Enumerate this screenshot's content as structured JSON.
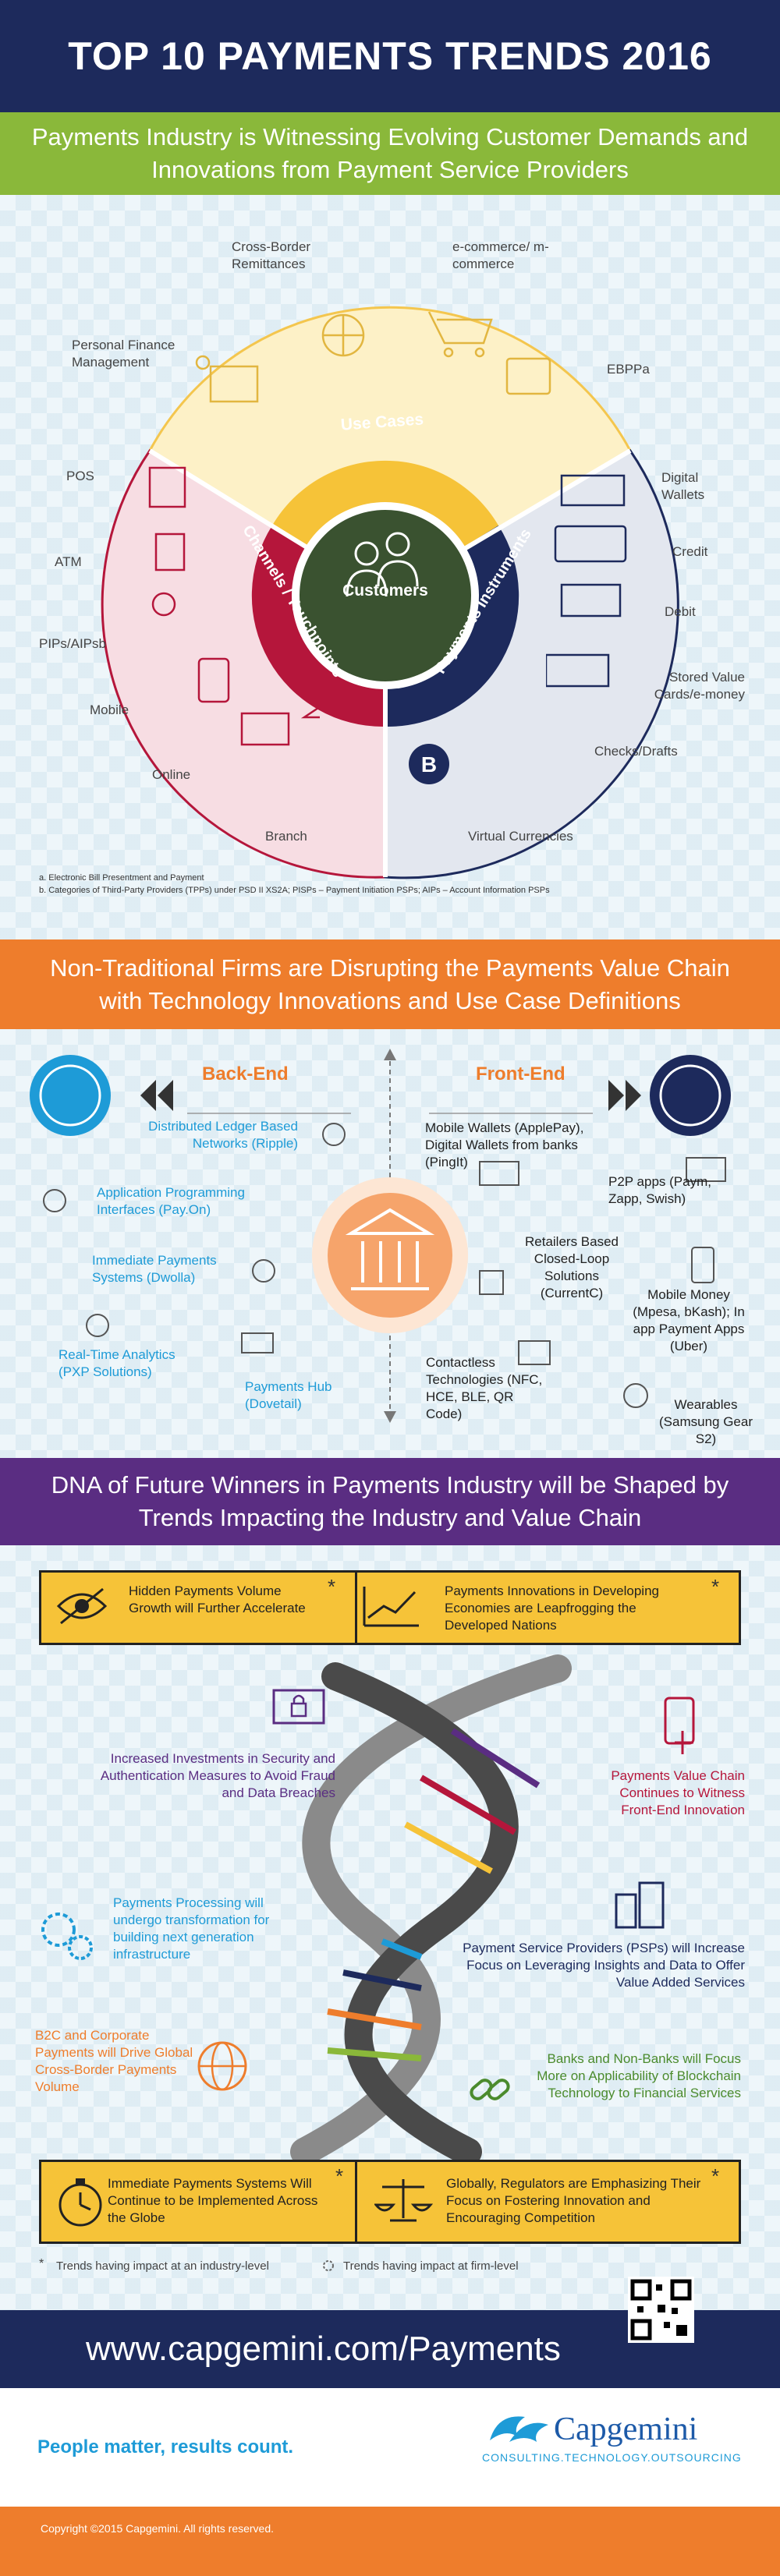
{
  "header": {
    "title": "TOP 10 PAYMENTS TRENDS 2016"
  },
  "section1": {
    "band": "Payments Industry is Witnessing Evolving Customer Demands and Innovations from Payment Service Providers",
    "center": "Customers",
    "ring_labels": {
      "use_cases": "Use Cases",
      "channels": "Channels / Touchpoints",
      "instruments": "Payments Instruments"
    },
    "use_cases": [
      "Cross-Border Remittances",
      "e-commerce/ m-commerce",
      "Personal Finance Management",
      "EBPPa"
    ],
    "channels": [
      "POS",
      "ATM",
      "PIPs/AIPsb",
      "Mobile",
      "Online",
      "Branch"
    ],
    "instruments": [
      "Digital Wallets",
      "Credit",
      "Debit",
      "Stored Value Cards/e-money",
      "Checks/Drafts",
      "Virtual Currencies"
    ],
    "footnotes": [
      "a.   Electronic Bill Presentment and Payment",
      "b.   Categories of Third-Party Providers (TPPs) under PSD II XS2A; PISPs – Payment Initiation PSPs; AIPs – Account Information PSPs"
    ]
  },
  "section2": {
    "band": "Non-Traditional Firms are Disrupting the Payments Value Chain with Technology Innovations and Use Case Definitions",
    "backend_heading": "Back-End",
    "frontend_heading": "Front-End",
    "backend": [
      "Distributed Ledger Based Networks (Ripple)",
      "Application Programming Interfaces (Pay.On)",
      "Immediate Payments Systems (Dwolla)",
      "Real-Time Analytics (PXP Solutions)",
      "Payments Hub (Dovetail)"
    ],
    "frontend": [
      "Mobile Wallets (ApplePay), Digital Wallets from banks (PingIt)",
      "P2P apps (Paym, Zapp, Swish)",
      "Retailers Based Closed-Loop Solutions (CurrentC)",
      "Mobile Money (Mpesa, bKash); In app Payment Apps (Uber)",
      "Contactless Technologies (NFC, HCE, BLE, QR Code)",
      "Wearables (Samsung Gear S2)"
    ]
  },
  "section3": {
    "band": "DNA of Future Winners in Payments Industry will be Shaped by Trends Impacting the Industry and Value Chain",
    "top_boxes": [
      "Hidden Payments Volume Growth will Further Accelerate",
      "Payments Innovations in Developing Economies are Leapfrogging the Developed Nations"
    ],
    "trends_left": [
      "Increased Investments in Security and Authentication Measures to Avoid Fraud and Data Breaches",
      "Payments Processing will undergo transformation for building next generation infrastructure",
      "B2C and Corporate Payments will Drive Global Cross-Border Payments Volume"
    ],
    "trends_right": [
      "Payments Value Chain Continues to Witness Front-End Innovation",
      "Payment Service Providers (PSPs) will Increase Focus on Leveraging Insights and Data to Offer Value Added Services",
      "Banks and Non-Banks will Focus More on Applicability of Blockchain Technology to Financial Services"
    ],
    "bottom_boxes": [
      "Immediate Payments Systems Will Continue to be Implemented Across the Globe",
      "Globally, Regulators are Emphasizing Their Focus on Fostering Innovation and Encouraging Competition"
    ],
    "star": "*",
    "legend_industry": "Trends having impact at an industry-level",
    "legend_firm": "Trends having impact at firm-level"
  },
  "footer": {
    "url": "www.capgemini.com/Payments",
    "tagline": "People matter, results count.",
    "brand": "Capgemini",
    "brand_sub": "CONSULTING.TECHNOLOGY.OUTSOURCING",
    "copyright": "Copyright ©2015 Capgemini. All rights reserved."
  },
  "colors": {
    "navy": "#1d2a5c",
    "green": "#8ab83a",
    "orange": "#ee7d2c",
    "purple": "#5a2d82",
    "yellow": "#f6c338",
    "crimson": "#b5163b",
    "dark_green": "#2f4a2a",
    "blue": "#1e9bd7"
  }
}
